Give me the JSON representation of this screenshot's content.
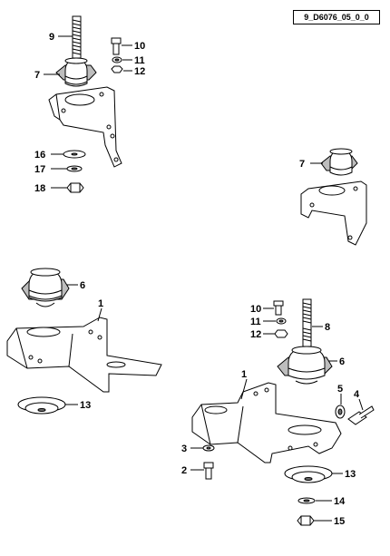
{
  "diagram": {
    "reference_code": "9_D6076_05_0_0",
    "callouts": {
      "stud_top": "9",
      "bolt_top": "10",
      "washer_top": "11",
      "nut_top": "12",
      "mount_top_left": "7",
      "washer_large_left": "16",
      "washer_small_left": "17",
      "nut_left": "18",
      "mount_right_small": "7",
      "mount_mid_left": "6",
      "bracket_left": "1",
      "cup_left": "13",
      "bolt_right": "10",
      "washer_right": "11",
      "nut_right": "12",
      "stud_right": "8",
      "mount_right": "6",
      "bracket_right": "1",
      "washer_5": "5",
      "bolt_4": "4",
      "washer_3": "3",
      "bolt_2": "2",
      "cup_right": "13",
      "washer_14": "14",
      "nut_15": "15"
    }
  }
}
